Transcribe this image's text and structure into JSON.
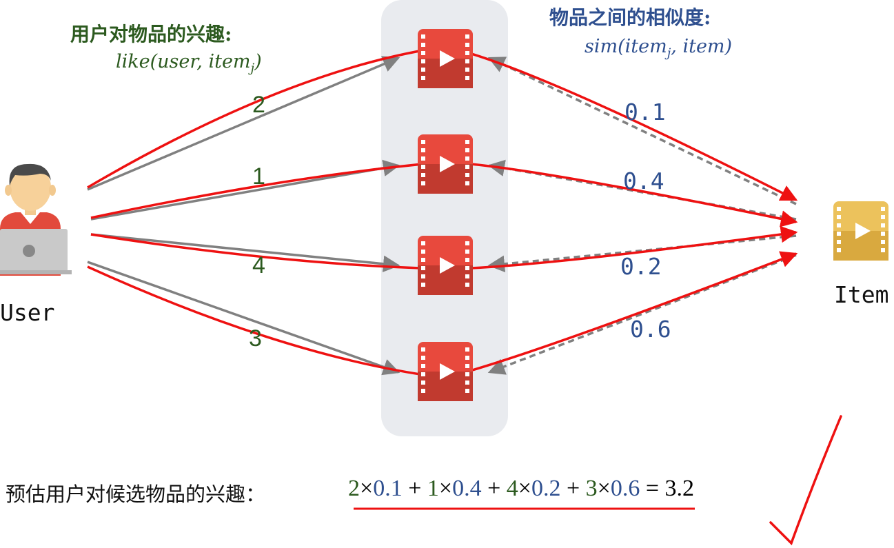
{
  "labels": {
    "user_interest_title": "用户对物品的兴趣:",
    "user_interest_formula_main": "like(user, item",
    "user_interest_formula_sub": "j",
    "user_interest_formula_end": ")",
    "similarity_title": "物品之间的相似度:",
    "similarity_formula_main": "sim(item",
    "similarity_formula_sub": "j",
    "similarity_formula_end": ", item)",
    "user": "User",
    "item": "Item"
  },
  "interest_values": [
    "2",
    "1",
    "4",
    "3"
  ],
  "similarity_values": [
    "0.1",
    "0.4",
    "0.2",
    "0.6"
  ],
  "bottom": {
    "label": "预估用户对候选物品的兴趣：",
    "terms": [
      {
        "like": "2",
        "sim": "0.1"
      },
      {
        "like": "1",
        "sim": "0.4"
      },
      {
        "like": "4",
        "sim": "0.2"
      },
      {
        "like": "3",
        "sim": "0.6"
      }
    ],
    "times": "×",
    "plus": "+",
    "equals": "=",
    "result": "3.2"
  },
  "colors": {
    "green": "#2c5a1f",
    "blue": "#2e4f8f",
    "red": "#ee1111",
    "gray_arrow": "#808080",
    "panel": "#e9ebef",
    "video_red": "#d63a2f",
    "item_gold": "#e3b24a"
  },
  "icons": [
    "user-avatar-icon",
    "laptop-icon",
    "video-icon",
    "check-mark-icon"
  ]
}
